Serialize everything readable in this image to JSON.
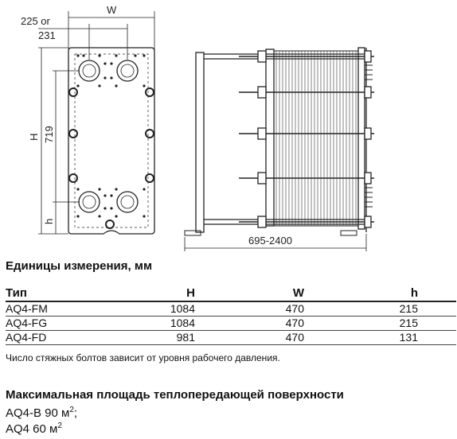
{
  "diagram": {
    "labels": {
      "w": "W",
      "dim_225": "225 or",
      "dim_231": "231",
      "h": "H",
      "dim_719": "719",
      "h_small": "h",
      "length": "695-2400"
    }
  },
  "units_heading": "Единицы измерения, мм",
  "table": {
    "headers": [
      "Тип",
      "H",
      "W",
      "h"
    ],
    "rows": [
      [
        "AQ4-FM",
        "1084",
        "470",
        "215"
      ],
      [
        "AQ4-FG",
        "1084",
        "470",
        "215"
      ],
      [
        "AQ4-FD",
        "981",
        "470",
        "131"
      ]
    ]
  },
  "note": "Число стяжных болтов зависит от уровня рабочего давления.",
  "max_area": {
    "heading": "Максимальная площадь теплопередающей поверхности",
    "lines": [
      {
        "text": "AQ4-B 90 м",
        "sup": "2",
        "suffix": ";"
      },
      {
        "text": "AQ4 60 м",
        "sup": "2",
        "suffix": ""
      }
    ]
  }
}
